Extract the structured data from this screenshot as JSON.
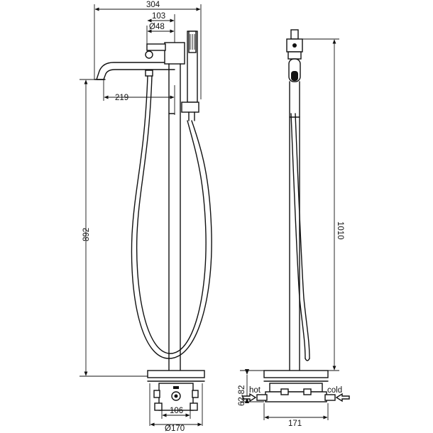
{
  "dimensions": {
    "total_width": "304",
    "spout_offset": "103",
    "diameter_top": "Ø48",
    "reach": "219",
    "spout_height": "892",
    "total_height": "1010",
    "base_inner": "106",
    "base_diameter": "Ø170",
    "side_base_width": "171",
    "install_depth": "62-82"
  },
  "labels": {
    "hot": "hot",
    "cold": "cold"
  }
}
